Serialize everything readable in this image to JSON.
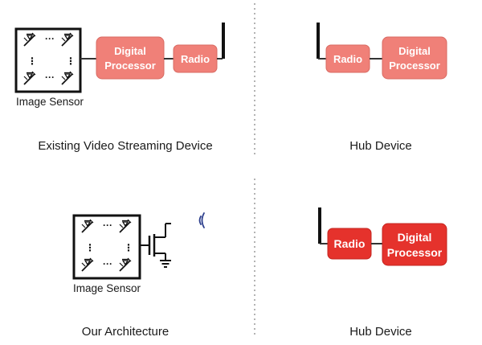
{
  "colors": {
    "block_light": "#f08078",
    "block_light_stroke": "#d86a62",
    "block_dark": "#e5322c",
    "block_dark_stroke": "#c42520",
    "wire": "#333333",
    "antenna": "#111111",
    "wireless": "#2c3e8c",
    "divider": "#9a9a9a"
  },
  "panels": {
    "existing": {
      "caption": "Existing Video Streaming Device",
      "sensor_label": "Image Sensor",
      "processor_line1": "Digital",
      "processor_line2": "Processor",
      "radio": "Radio"
    },
    "hub_top": {
      "caption": "Hub Device",
      "radio": "Radio",
      "processor_line1": "Digital",
      "processor_line2": "Processor"
    },
    "ours": {
      "caption": "Our Architecture",
      "sensor_label": "Image Sensor"
    },
    "hub_bottom": {
      "caption": "Hub Device",
      "radio": "Radio",
      "processor_line1": "Digital",
      "processor_line2": "Processor"
    }
  },
  "icons": {
    "pixel": "photodiode-pixel-icon",
    "antenna": "antenna-icon",
    "transistor": "transistor-switch-icon",
    "wireless": "wireless-signal-icon"
  }
}
